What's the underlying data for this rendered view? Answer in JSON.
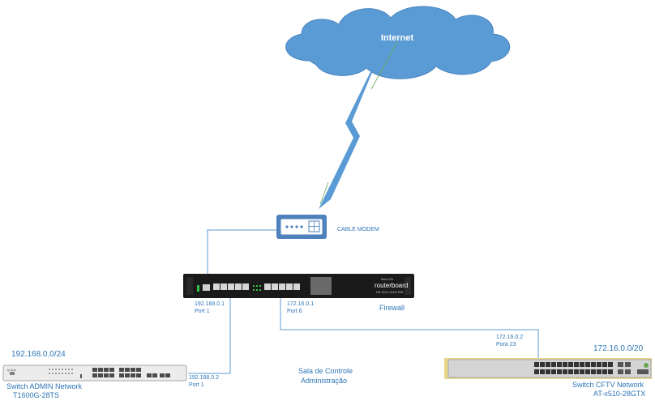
{
  "cloud": {
    "label": "Internet"
  },
  "modem": {
    "label": "CABLE MODEM"
  },
  "router": {
    "brand": "MikroTik",
    "logo": "routerboard",
    "model": "RB 3011 UiAS-RM",
    "label": "Firewall",
    "port_left": {
      "ip": "192.168.0.1",
      "port": "Port 1"
    },
    "port_right": {
      "ip": "172.16.0.1",
      "port": "Port 6"
    }
  },
  "admin_switch": {
    "network": "192.168.0.0/24",
    "name": "Switch ADMIN Network",
    "model": "T1600G-28TS",
    "brand": "tp-link",
    "uplink": {
      "ip": "192.168.0.2",
      "port": "Port 1"
    }
  },
  "cftv_switch": {
    "network": "172.16.0.0/20",
    "name": "Switch CFTV Network",
    "model": "AT-x510-28GTX",
    "uplink": {
      "ip": "172.16.0.2",
      "port": "Pora 23"
    }
  },
  "room": {
    "line1": "Sala de Controle",
    "line2": "Administração"
  },
  "colors": {
    "cloud": "#5b9bd5",
    "link": "#5b9bd5",
    "modem_body": "#4f81bd",
    "text_blue": "#2e75b6",
    "rack_dark": "#1a1a1a",
    "cftv_accent": "#e8d78a"
  }
}
